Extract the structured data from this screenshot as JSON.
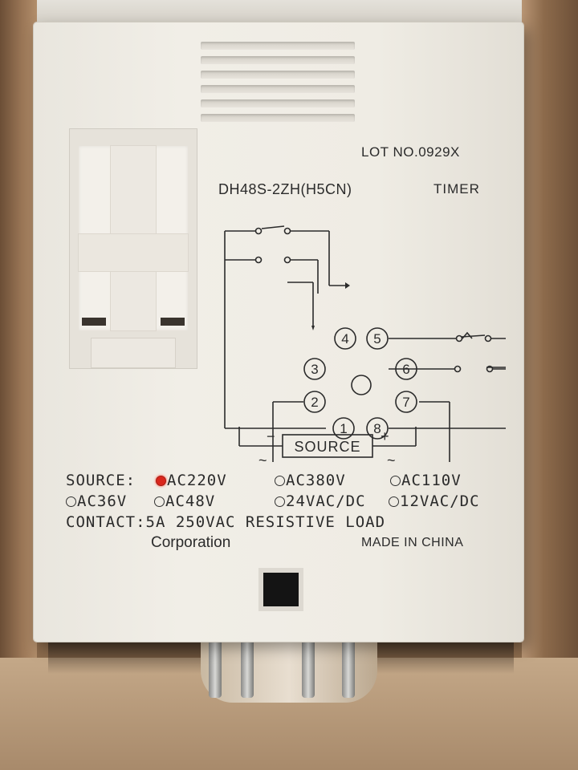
{
  "label": {
    "lot_number": "LOT NO.0929X",
    "model": "DH48S-2ZH(H5CN)",
    "product_type": "TIMER",
    "source_label": "SOURCE:",
    "voltage_options": [
      {
        "label": "AC220V",
        "selected": true
      },
      {
        "label": "AC380V",
        "selected": false
      },
      {
        "label": "AC110V",
        "selected": false
      },
      {
        "label": "AC36V",
        "selected": false
      },
      {
        "label": "AC48V",
        "selected": false
      },
      {
        "label": "24VAC/DC",
        "selected": false
      },
      {
        "label": "12VAC/DC",
        "selected": false
      }
    ],
    "contact_rating": "CONTACT:5A 250VAC RESISTIVE LOAD",
    "manufacturer": "Corporation",
    "origin": "MADE IN CHINA"
  },
  "wiring_diagram": {
    "terminals": [
      "1",
      "2",
      "3",
      "4",
      "5",
      "6",
      "7",
      "8"
    ],
    "source_box": "SOURCE",
    "minus_sign": "−",
    "plus_sign": "+",
    "tilde_left": "~",
    "tilde_right": "~"
  },
  "colors": {
    "selected_indicator": "#d9261c",
    "label_text": "#2b2b2b",
    "housing": "#efece4"
  }
}
